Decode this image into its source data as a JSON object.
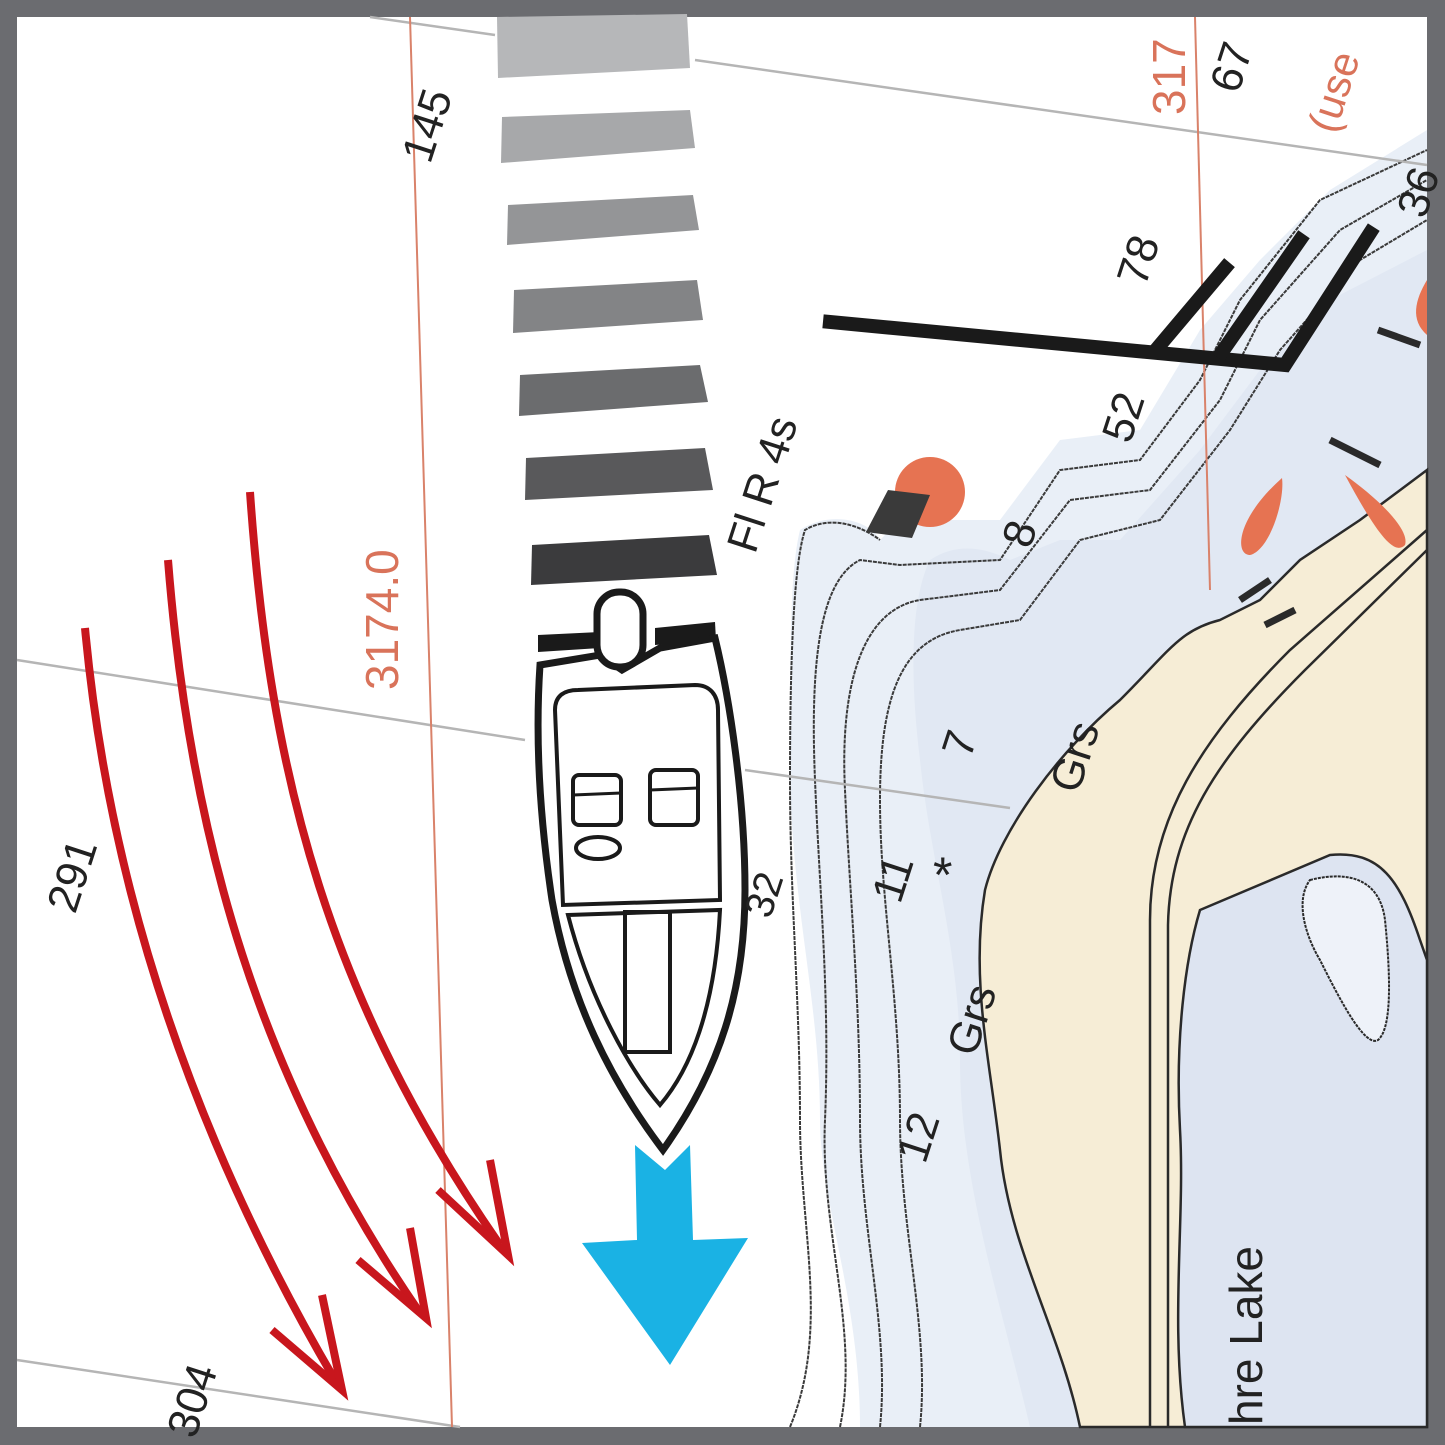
{
  "chart": {
    "colors": {
      "frame": "#6b6c70",
      "water_deep": "#ffffff",
      "water_shallow": "#e6ecf5",
      "water_lake": "#dde4f1",
      "land": "#f6edd6",
      "grid_line": "#b5b5b5",
      "meridian_line": "#d9826a",
      "label_red": "#d9735a",
      "drift_arrow": "#c8161d",
      "heading_arrow": "#1ab2e4",
      "buoy": "#e67352",
      "pier": "#1a1a1a"
    },
    "soundings": [
      {
        "id": "s145",
        "text": "145"
      },
      {
        "id": "s67",
        "text": "67"
      },
      {
        "id": "s78",
        "text": "78"
      },
      {
        "id": "s36",
        "text": "36"
      },
      {
        "id": "s52",
        "text": "52"
      },
      {
        "id": "s8",
        "text": "8"
      },
      {
        "id": "s7",
        "text": "7"
      },
      {
        "id": "s11",
        "text": "11"
      },
      {
        "id": "s12",
        "text": "12"
      },
      {
        "id": "s291",
        "text": "291"
      },
      {
        "id": "s304",
        "text": "304"
      },
      {
        "id": "s32",
        "text": "32"
      }
    ],
    "labels": {
      "meridian_main": "3174.0",
      "meridian_top": "317",
      "use_note": "(use",
      "light_char": "Fl R 4s",
      "bottom_grass_1": "Grs",
      "bottom_grass_2": "Grs",
      "rock_symbol": "*",
      "lake_name": "hre Lake"
    },
    "wake_bars": 7,
    "boat": {
      "icon": "boat-icon",
      "heading": "south"
    },
    "drift_arrows": 3
  }
}
